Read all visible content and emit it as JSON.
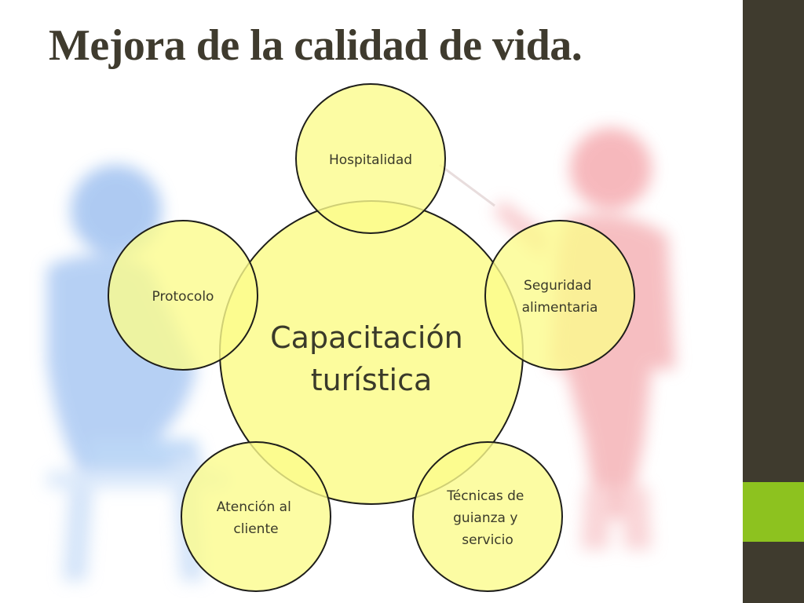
{
  "slide": {
    "title": "Mejora de la calidad de vida."
  },
  "diagram": {
    "center": {
      "lines": [
        "Capacitación",
        "turística"
      ]
    },
    "nodes": [
      {
        "id": "hospitalidad",
        "lines": [
          "Hospitalidad"
        ]
      },
      {
        "id": "seguridad",
        "lines": [
          "Seguridad",
          "alimentaria"
        ]
      },
      {
        "id": "tecnicas",
        "lines": [
          "Técnicas de",
          "guianza y",
          "servicio"
        ]
      },
      {
        "id": "atencion",
        "lines": [
          "Atención al",
          "cliente"
        ]
      },
      {
        "id": "protocolo",
        "lines": [
          "Protocolo"
        ]
      }
    ]
  },
  "colors": {
    "circle_fill": "#fbfb8c",
    "circle_stroke": "#1e1e1a",
    "side_bar": "#3f3b2e",
    "side_accent": "#8dc21f",
    "title": "#3f3b2e"
  }
}
